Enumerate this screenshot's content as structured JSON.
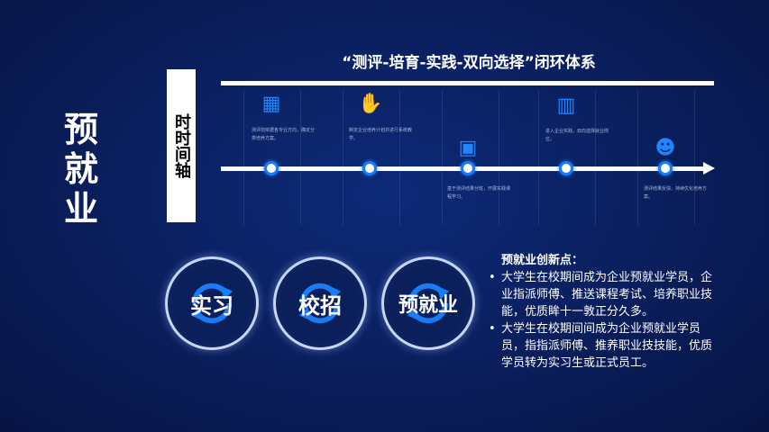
{
  "main_title": "预就业",
  "axis_label": "时时间轴",
  "header": "“测评-培育-实践-双向选择”闭环体系",
  "timeline": [
    {
      "icon": "building-icon",
      "text": "测评前依据各专业方向，确定分类培养方案。"
    },
    {
      "icon": "handshake-icon",
      "text": "制定企业培养计划并进行系统教学。"
    },
    {
      "icon": "apps-icon",
      "text": "基于测评结果分班，开展实践课程学习。"
    },
    {
      "icon": "office-icon",
      "text": "进入企业实践，双向选择就业岗位。"
    },
    {
      "icon": "person-award-icon",
      "text": "测评结果反馈，持续优化培养方案。"
    }
  ],
  "circles": [
    "实习",
    "校招",
    "预就业"
  ],
  "notes": {
    "title": "预就业创新点：",
    "items": [
      "大学生在校期间成为企业预就业学员，企业指派师傅、推送课程考试、培养职业技能，优质眸十一敦正分久多。",
      "大学生在校期间间成为企业预就业学员员，指指派师傅、推养职业技技能，优质学员转为实习生或正式员工。"
    ]
  }
}
